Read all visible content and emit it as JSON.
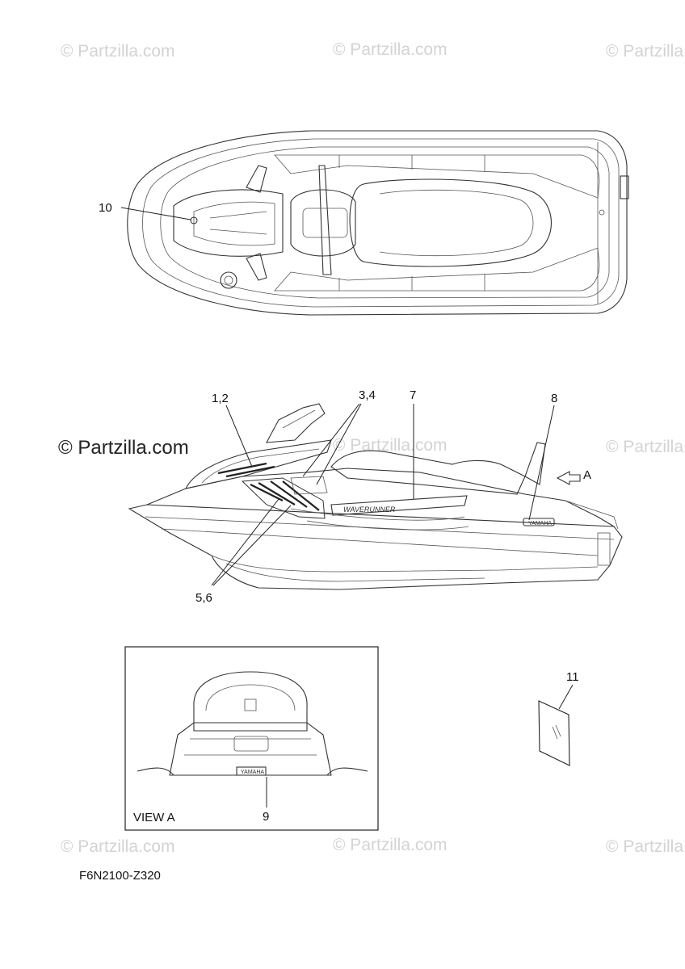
{
  "watermark": {
    "text": "© Partzilla.com",
    "featured_text": "© Partzilla.com"
  },
  "callouts": {
    "c10": "10",
    "c12": "1,2",
    "c34": "3,4",
    "c7": "7",
    "c8": "8",
    "c56": "5,6",
    "cA": "A",
    "c11": "11",
    "c9": "9"
  },
  "view_label": "VIEW A",
  "decal_text": {
    "waverunner": "WAVERUNNER",
    "yamaha": "YAMAHA"
  },
  "diagram_code": "F6N2100-Z320"
}
